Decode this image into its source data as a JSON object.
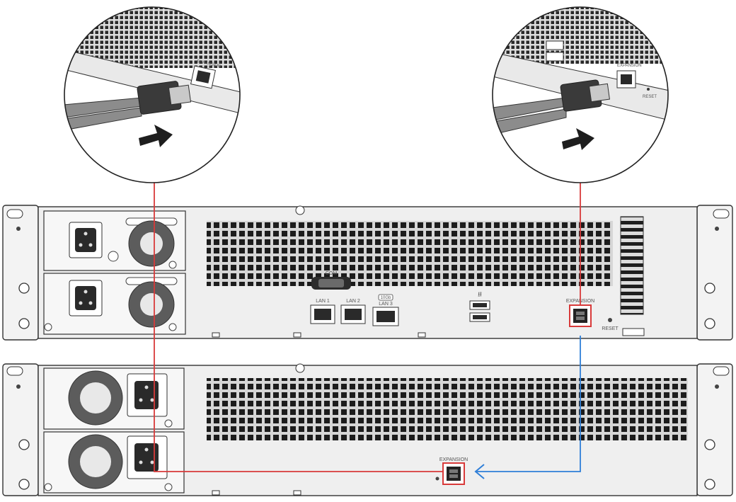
{
  "upper_unit": {
    "port_labels": {
      "com": "COM",
      "lan1": "LAN 1",
      "lan2": "LAN 2",
      "lan3": "LAN 3",
      "lan3_badge": "10Gb",
      "expansion": "EXPANSION",
      "reset": "RESET",
      "usb_symbol": "⭿"
    }
  },
  "lower_unit": {
    "port_labels": {
      "expansion": "EXPANSION"
    }
  },
  "callouts": {
    "left": {
      "port_label": "EXPANSION"
    },
    "right": {
      "port_label": "EXPANSION",
      "reset_label": "RESET"
    }
  },
  "colors": {
    "cable_red": "#d83a3a",
    "cable_blue": "#2f7fd8",
    "chassis": "#efefef",
    "outline": "#333333",
    "vent": "#1c1c1c",
    "highlight_box": "#d83a3a"
  }
}
